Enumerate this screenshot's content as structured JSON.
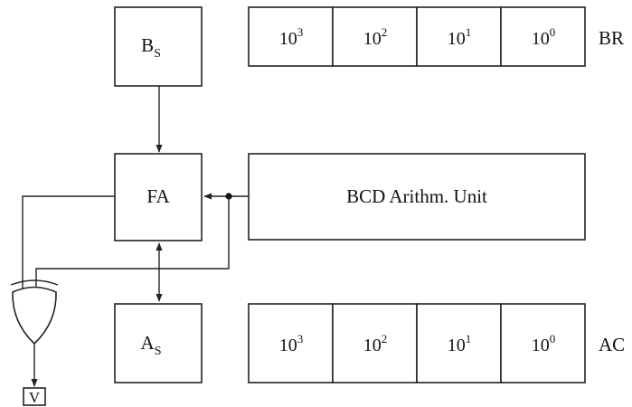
{
  "registers": {
    "br": {
      "name": "BR",
      "digits": [
        {
          "base": "10",
          "exp": "3"
        },
        {
          "base": "10",
          "exp": "2"
        },
        {
          "base": "10",
          "exp": "1"
        },
        {
          "base": "10",
          "exp": "0"
        }
      ]
    },
    "ac": {
      "name": "AC",
      "digits": [
        {
          "base": "10",
          "exp": "3"
        },
        {
          "base": "10",
          "exp": "2"
        },
        {
          "base": "10",
          "exp": "1"
        },
        {
          "base": "10",
          "exp": "0"
        }
      ]
    }
  },
  "sign_bits": {
    "bs": {
      "letter": "B",
      "sub": "S"
    },
    "as": {
      "letter": "A",
      "sub": "S"
    }
  },
  "adder": {
    "label": "FA"
  },
  "arith_unit": {
    "label": "BCD Arithm. Unit"
  },
  "overflow": {
    "label": "V"
  }
}
